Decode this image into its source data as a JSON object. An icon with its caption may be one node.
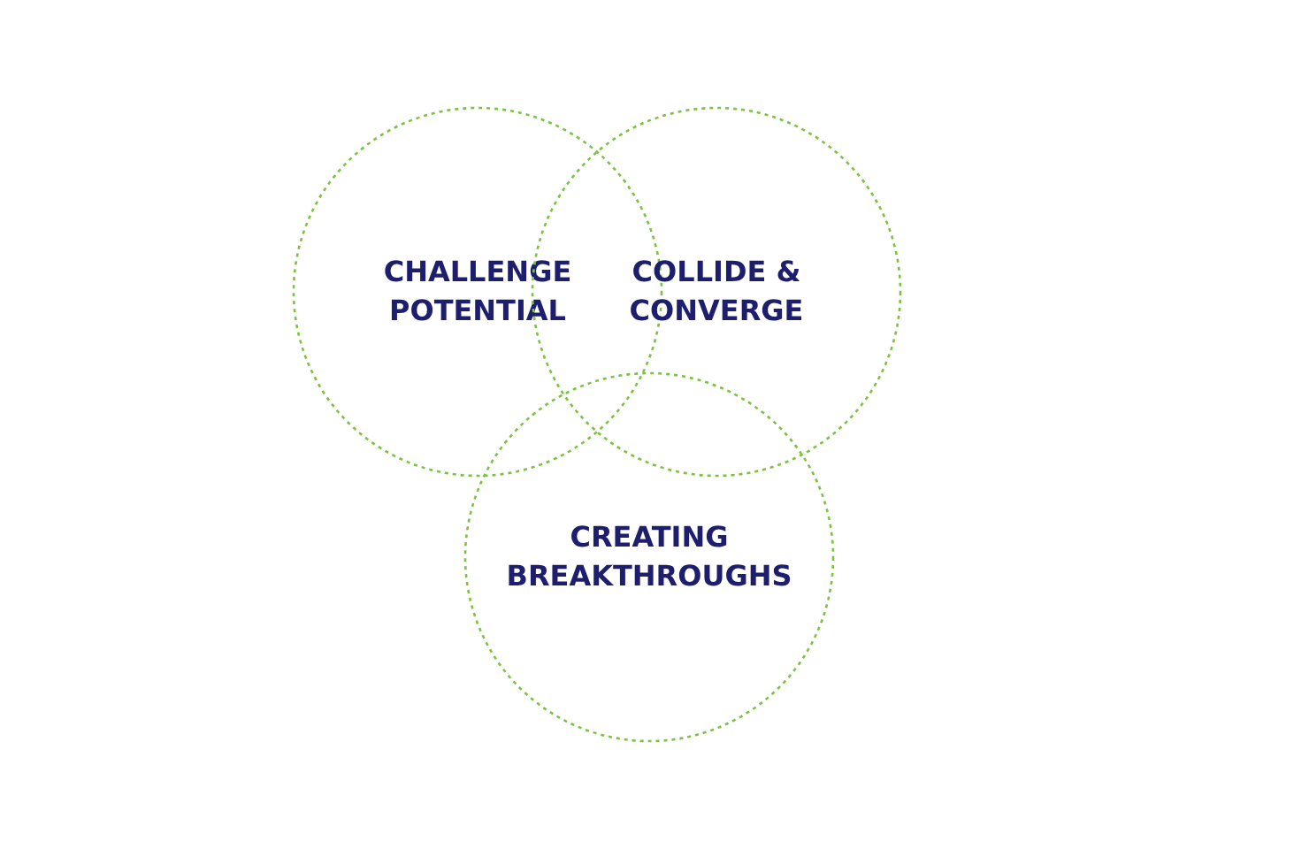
{
  "diagram": {
    "nodes": [
      {
        "text": [
          "CHALLENGE POTENTIAL"
        ]
      },
      {
        "text": [
          "COLLIDE & CONVERGE"
        ]
      },
      {
        "text": [
          "CREATING BREAKTHROUGHS"
        ]
      }
    ]
  }
}
